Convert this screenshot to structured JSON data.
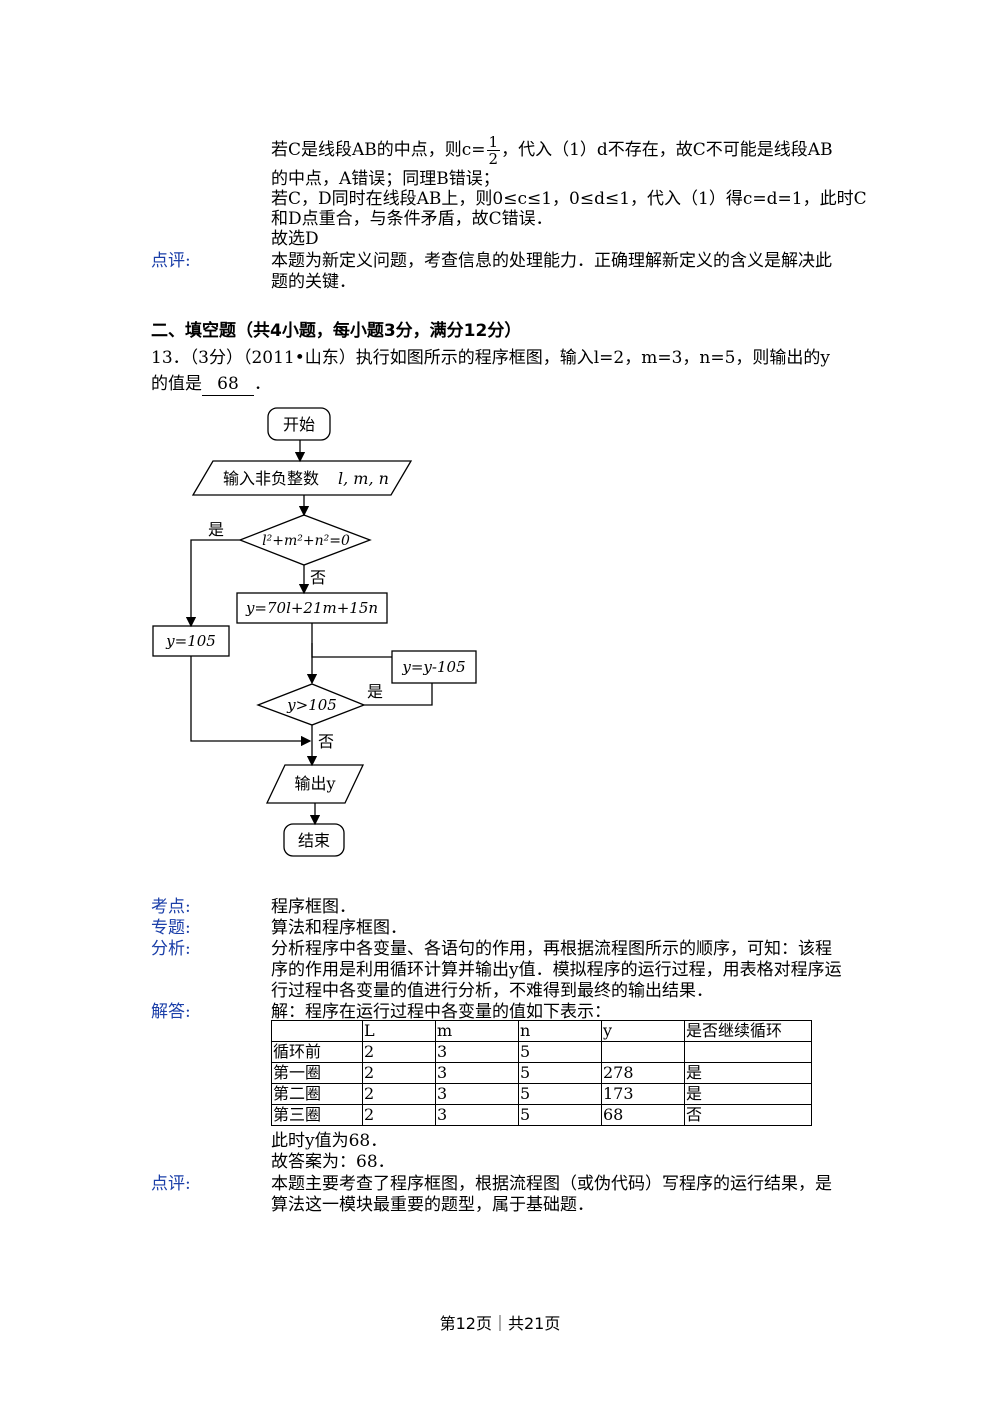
{
  "prev": {
    "l1a": "若C是线段AB的中点，则c=",
    "frac_num": "1",
    "frac_den": "2",
    "l1b": "，代入（1）d不存在，故C不可能是线段AB",
    "l2": "的中点，A错误；同理B错误；",
    "l3": "若C，D同时在线段AB上，则0≤c≤1，0≤d≤1，代入（1）得c=d=1，此时C",
    "l4": "和D点重合，与条件矛盾，故C错误．",
    "l5": "故选D",
    "comment_label": "点评:",
    "comment_1": "本题为新定义问题，考查信息的处理能力．正确理解新定义的含义是解决此",
    "comment_2": "题的关键．"
  },
  "section_title": "二、填空题（共4小题，每小题3分，满分12分）",
  "q13": {
    "text_1": "13．（3分）（2011•山东）执行如图所示的程序框图，输入l=2，m=3，n=5，则输出的y",
    "text_2a": "的值是",
    "answer": "68",
    "text_2b": "．"
  },
  "flow": {
    "start": "开始",
    "input": "输入非负整数",
    "input_vars": "l, m, n",
    "cond1": "l²+m²+n²=0",
    "yes": "是",
    "no": "否",
    "assign1": "y=70l+21m+15n",
    "assign2": "y=105",
    "assign3": "y=y-105",
    "cond2": "y>105",
    "output": "输出y",
    "end": "结束"
  },
  "analysis": {
    "kaodian_label": "考点:",
    "kaodian": "程序框图．",
    "zhuanti_label": "专题:",
    "zhuanti": "算法和程序框图．",
    "fenxi_label": "分析:",
    "fenxi_1": "分析程序中各变量、各语句的作用，再根据流程图所示的顺序，可知：该程",
    "fenxi_2": "序的作用是利用循环计算并输出y值．模拟程序的运行过程，用表格对程序运",
    "fenxi_3": "行过程中各变量的值进行分析，不难得到最终的输出结果．",
    "jieda_label": "解答:",
    "jieda_1": "解：程序在运行过程中各变量的值如下表示：",
    "after_1": "此时y值为68．",
    "after_2": "故答案为：68．",
    "dianping_label": "点评:",
    "dianping_1": "本题主要考查了程序框图，根据流程图（或伪代码）写程序的运行结果，是",
    "dianping_2": "算法这一模块最重要的题型，属于基础题．"
  },
  "table": {
    "header": [
      "",
      "L",
      "m",
      "n",
      "y",
      "是否继续循环"
    ],
    "rows": [
      [
        "循环前",
        "2",
        "3",
        "5",
        "",
        ""
      ],
      [
        "第一圈",
        "2",
        "3",
        "5",
        "278",
        "是"
      ],
      [
        "第二圈",
        "2",
        "3",
        "5",
        "173",
        "是"
      ],
      [
        "第三圈",
        "2",
        "3",
        "5",
        "68",
        "否"
      ]
    ]
  },
  "footer": "第12页｜共21页"
}
